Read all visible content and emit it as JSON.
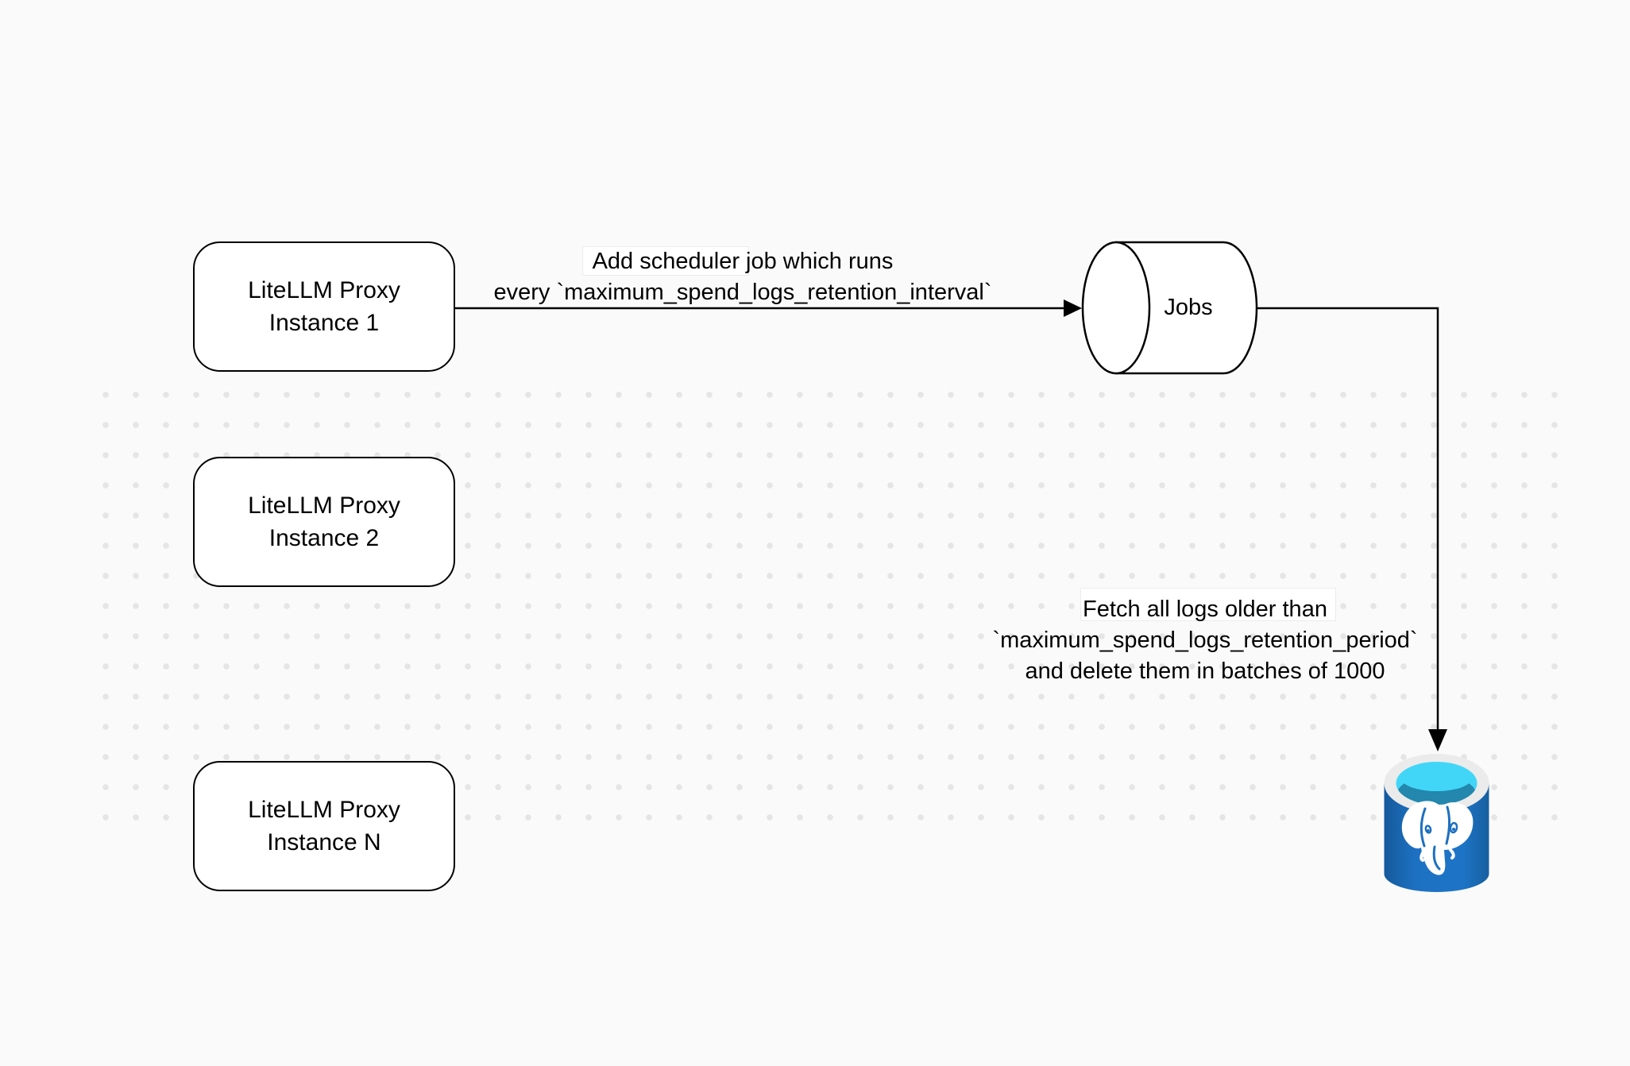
{
  "diagram": {
    "title": "LiteLLM spend-logs cleanup scheduler diagram",
    "nodes": {
      "proxy1": {
        "label": "LiteLLM Proxy\nInstance 1"
      },
      "proxy2": {
        "label": "LiteLLM Proxy\nInstance 2"
      },
      "proxyN": {
        "label": "LiteLLM Proxy\nInstance N"
      },
      "jobs": {
        "label": "Jobs",
        "shape": "horizontal-cylinder-queue"
      },
      "postgres": {
        "icon": "postgresql-database-icon"
      }
    },
    "edges": {
      "proxy1_to_jobs": {
        "from": "proxy1",
        "to": "jobs",
        "label": "Add scheduler job which runs\nevery `maximum_spend_logs_retention_interval`"
      },
      "jobs_to_postgres": {
        "from": "jobs",
        "to": "postgres",
        "label": "Fetch all logs older than\n`maximum_spend_logs_retention_period`\nand delete them in batches of 1000"
      }
    },
    "colors": {
      "background": "#fafafa",
      "grid_dot": "#e5e5e5",
      "stroke": "#000000",
      "node_fill": "#ffffff",
      "postgres_body_blue": "#1d70c0",
      "postgres_body_dark": "#15599c",
      "postgres_rim_gray": "#ebebeb",
      "postgres_water_cyan": "#41d6f7",
      "postgres_water_teal": "#2387ae",
      "postgres_elephant": "#ffffff"
    }
  }
}
